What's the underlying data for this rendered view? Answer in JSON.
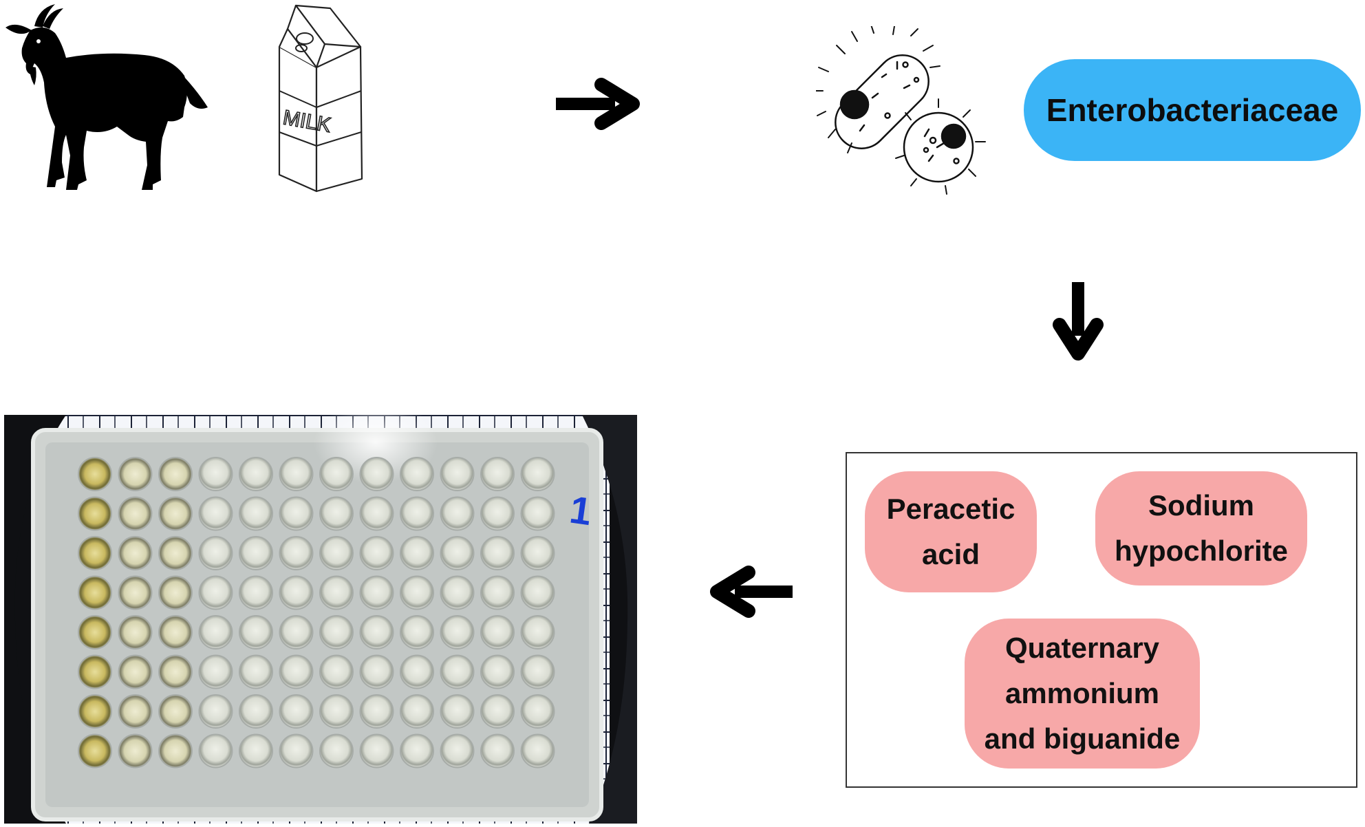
{
  "source": {
    "animal_icon": "goat-icon",
    "carton_icon": "milk-carton-icon",
    "carton_label": "MILK"
  },
  "bacteria": {
    "icon": "bacteria-icon",
    "label": "Enterobacteriaceae",
    "color": "#3bb4f6"
  },
  "disinfectants": {
    "color": "#f7a8a8",
    "items": [
      {
        "line1": "Peracetic",
        "line2": "acid",
        "line3": ""
      },
      {
        "line1": "Sodium",
        "line2": "hypochlorite",
        "line3": ""
      },
      {
        "line1": "Quaternary",
        "line2": "ammonium",
        "line3": "and biguanide"
      }
    ]
  },
  "result": {
    "image": "microplate-photo",
    "plate_mark": "1",
    "rows": 8,
    "columns": 12
  },
  "arrows": [
    "arrow-right-icon",
    "arrow-down-icon",
    "arrow-left-icon"
  ]
}
